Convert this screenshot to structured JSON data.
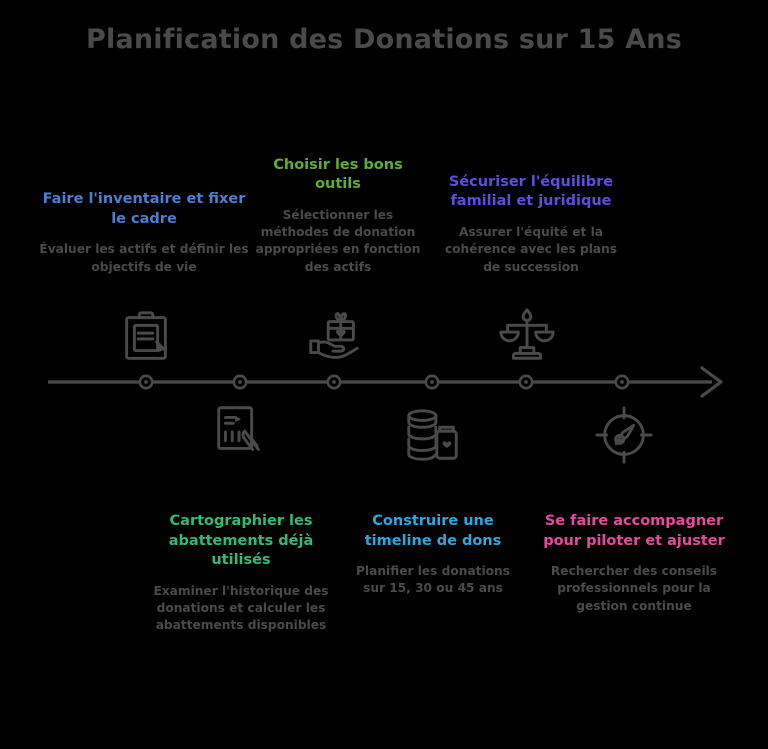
{
  "title": "Planification des Donations sur 15 Ans",
  "colors": {
    "background": "#000000",
    "title": "#4a4a4a",
    "description": "#4a4a4a",
    "axis": "#4a4a4a",
    "step1": "#4a7fd4",
    "step2": "#5fae2c",
    "step3": "#5b4fe0",
    "step4": "#2ebd77",
    "step5": "#28a9e0",
    "step6": "#e8489f"
  },
  "timeline": {
    "axis_label": "timeline-axis",
    "node_count": 6,
    "arrow": "right-arrow"
  },
  "steps": [
    {
      "index": 1,
      "position": "top",
      "title": "Faire l'inventaire et fixer le cadre",
      "description": "Évaluer les actifs et définir les objectifs de vie",
      "icon": "clipboard-checklist-icon",
      "color": "#4a7fd4"
    },
    {
      "index": 2,
      "position": "bottom",
      "title": "Cartographier les abattements déjà utilisés",
      "description": "Examiner l'historique des donations et calculer les abattements disponibles",
      "icon": "document-hand-icon",
      "color": "#2ebd77"
    },
    {
      "index": 3,
      "position": "top",
      "title": "Choisir les bons outils",
      "description": "Sélectionner les méthodes de donation appropriées en fonction des actifs",
      "icon": "hand-gift-icon",
      "color": "#5fae2c"
    },
    {
      "index": 4,
      "position": "bottom",
      "title": "Construire une timeline de dons",
      "description": "Planifier les donations sur 15, 30 ou 45 ans",
      "icon": "coins-jar-icon",
      "color": "#28a9e0"
    },
    {
      "index": 5,
      "position": "top",
      "title": "Sécuriser l'équilibre familial et juridique",
      "description": "Assurer l'équité et la cohérence avec les plans de succession",
      "icon": "balance-scale-icon",
      "color": "#5b4fe0"
    },
    {
      "index": 6,
      "position": "bottom",
      "title": "Se faire accompagner pour piloter et ajuster",
      "description": "Rechercher des conseils professionnels pour la gestion continue",
      "icon": "target-compass-icon",
      "color": "#e8489f"
    }
  ]
}
